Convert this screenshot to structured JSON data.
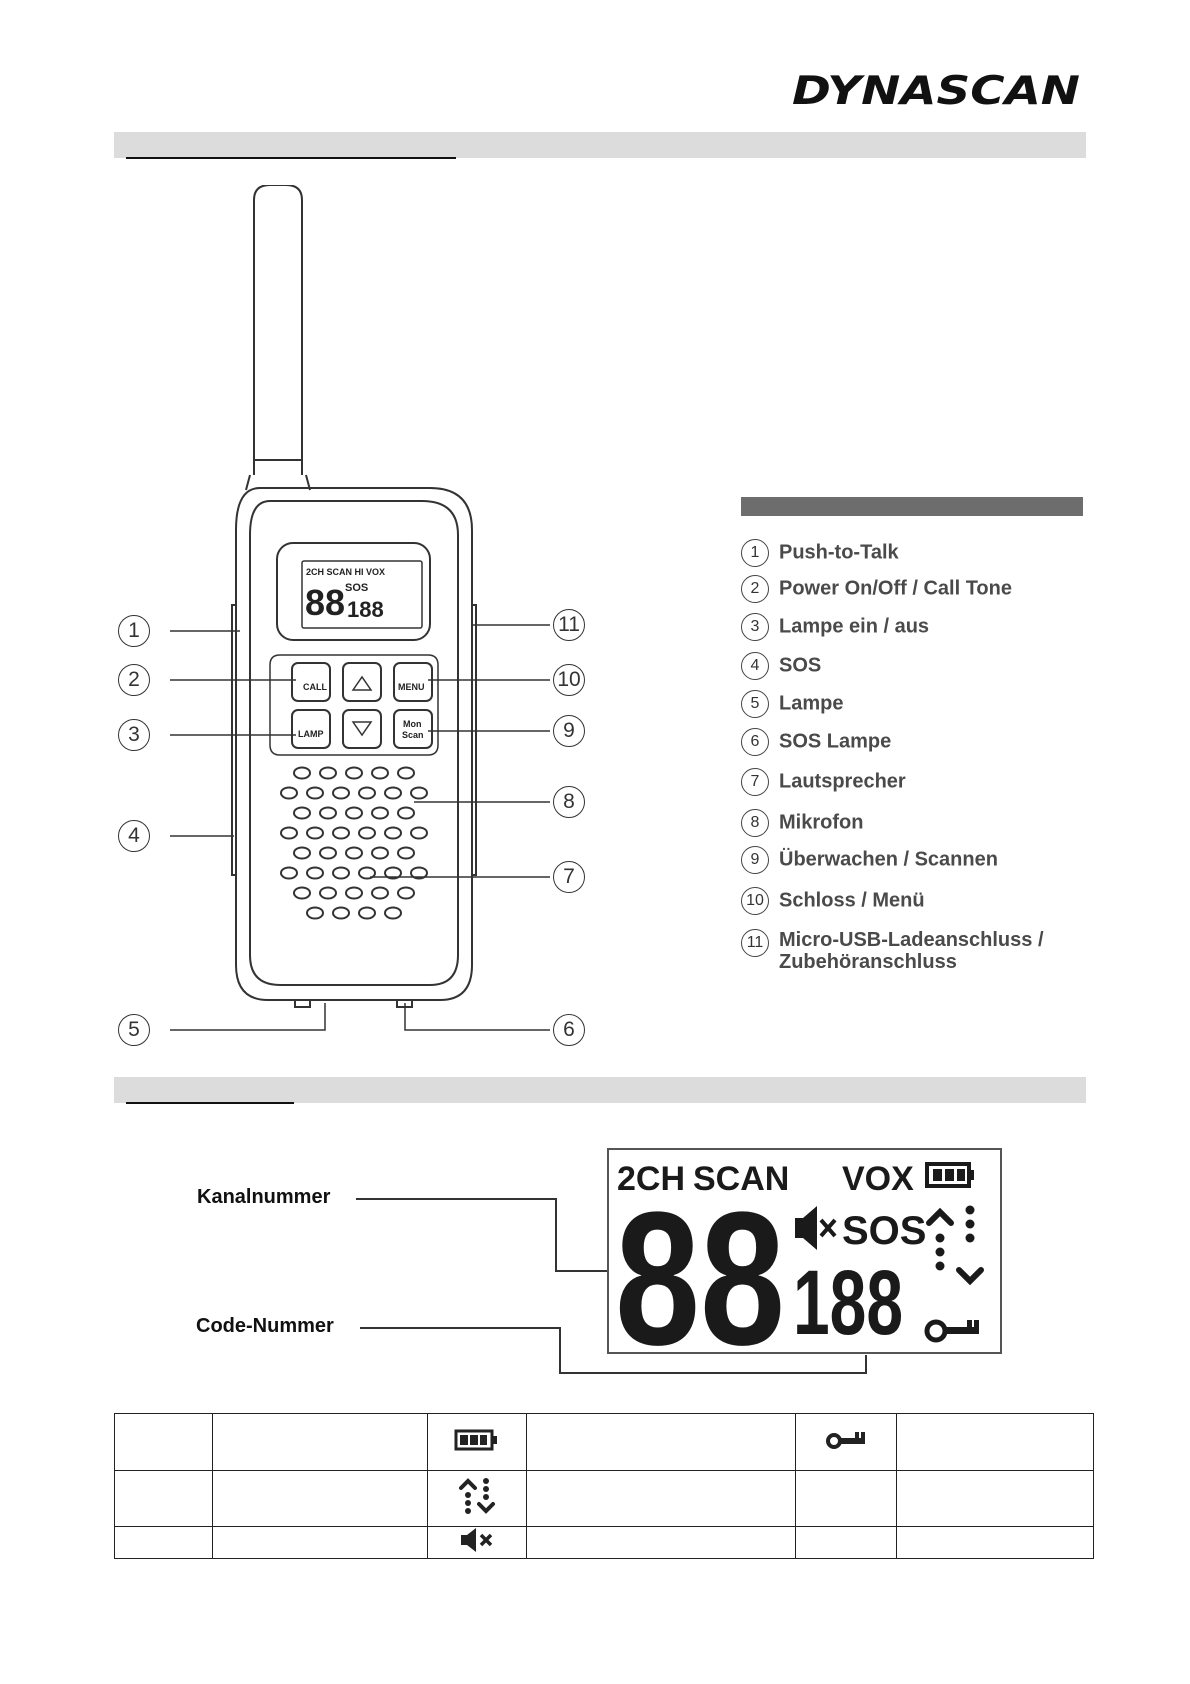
{
  "brand": {
    "logo_text": "DYNASCAN"
  },
  "device": {
    "lcd_top": "2CH SCAN HI VOX",
    "lcd_main": "88",
    "lcd_sos": "SOS",
    "lcd_code": "188",
    "button_call": "CALL",
    "button_menu": "MENU",
    "button_lamp": "LAMP",
    "button_mon": "Mon",
    "button_scan": "Scan"
  },
  "callouts": [
    "1",
    "2",
    "3",
    "4",
    "5",
    "6",
    "7",
    "8",
    "9",
    "10",
    "11"
  ],
  "legend": {
    "items": [
      {
        "num": "1",
        "label": "Push-to-Talk"
      },
      {
        "num": "2",
        "label": "Power On/Off / Call Tone"
      },
      {
        "num": "3",
        "label": "Lampe ein / aus"
      },
      {
        "num": "4",
        "label": "SOS"
      },
      {
        "num": "5",
        "label": "Lampe"
      },
      {
        "num": "6",
        "label": "SOS Lampe"
      },
      {
        "num": "7",
        "label": "Lautsprecher"
      },
      {
        "num": "8",
        "label": "Mikrofon"
      },
      {
        "num": "9",
        "label": "Überwachen / Scannen"
      },
      {
        "num": "10",
        "label": "Schloss / Menü"
      },
      {
        "num": "11",
        "label": "Micro-USB-Ladeanschluss /",
        "label2": "Zubehöranschluss"
      }
    ]
  },
  "lcd": {
    "label_channel": "Kanalnummer",
    "label_code": "Code-Nummer",
    "text_2ch": "2CH",
    "text_scan": "SCAN",
    "text_vox": "VOX",
    "text_sos": "SOS",
    "digits_main": "88",
    "digits_code": "188"
  },
  "icon_table": {
    "rows": [
      {
        "icon1": "battery-icon",
        "icon2": "key-lock-icon"
      },
      {
        "icon1": "tx-rx-arrows-icon",
        "icon2": ""
      },
      {
        "icon1": "mute-icon",
        "icon2": ""
      }
    ]
  }
}
